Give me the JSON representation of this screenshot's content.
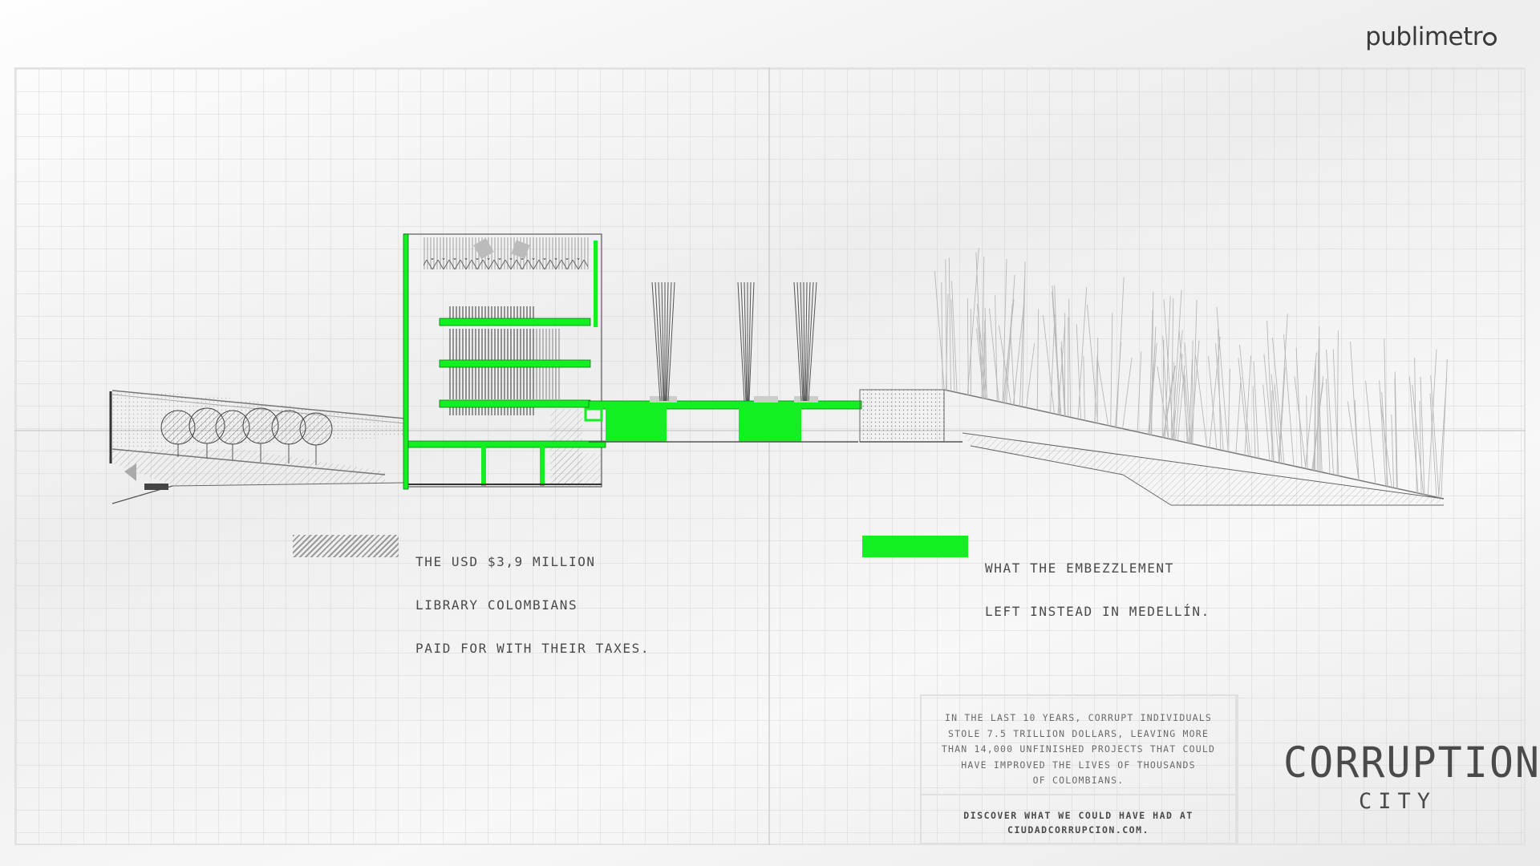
{
  "brand": {
    "logo_text": "publimetr",
    "logo_icon": "globe-o-icon"
  },
  "colors": {
    "accent_green": "#12f021",
    "line_gray": "#5a5a5a",
    "text_gray": "#4a4a4a"
  },
  "legend": {
    "library": {
      "lines": [
        "THE USD $3,9 MILLION",
        "LIBRARY COLOMBIANS",
        "PAID FOR WITH THEIR TAXES."
      ],
      "swatch": "hatch-pattern"
    },
    "embezzlement": {
      "lines": [
        "WHAT THE EMBEZZLEMENT",
        "LEFT INSTEAD IN MEDELLÍN."
      ],
      "swatch": "green-fill"
    }
  },
  "info": {
    "body_lines": [
      "IN THE LAST 10 YEARS, CORRUPT INDIVIDUALS",
      "STOLE 7.5 TRILLION DOLLARS, LEAVING MORE",
      "THAN 14,000 UNFINISHED PROJECTS THAT COULD",
      "HAVE IMPROVED THE LIVES OF THOUSANDS",
      "OF COLOMBIANS."
    ],
    "cta_lines": [
      "DISCOVER WHAT WE COULD HAVE HAD AT",
      "CIUDADCORRUPCION.COM."
    ]
  },
  "campaign": {
    "title": "CORRUPTION",
    "subtitle": "CITY"
  }
}
